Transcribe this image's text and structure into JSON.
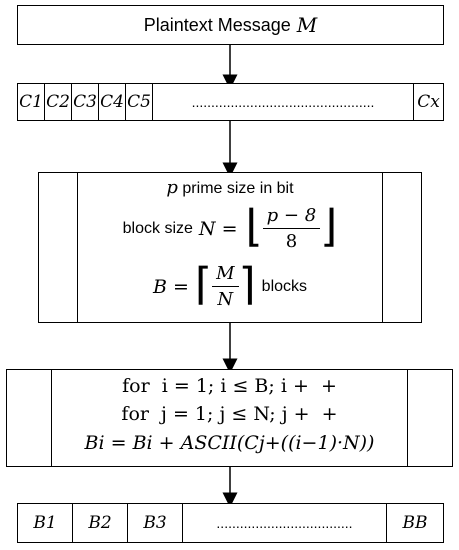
{
  "title": {
    "label": "Plaintext Message",
    "var": "M"
  },
  "cipher_blocks": {
    "items": [
      "C1",
      "C2",
      "C3",
      "C4",
      "C5"
    ],
    "dots": "...............................................",
    "last": "Cx"
  },
  "params": {
    "line1_var": "p",
    "line1_text": "prime size in bit",
    "line2_text": "block size",
    "line2_lhs": "N =",
    "line2_num": "p − 8",
    "line2_den": "8",
    "line3_lhs": "B =",
    "line3_num": "M",
    "line3_den": "N",
    "line3_text": "blocks"
  },
  "loop": {
    "line1": "for  i = 1; i ≤ B; i +  +",
    "line2": "for  j = 1; j ≤ N; j +  +",
    "line3": "Bi = Bi + ASCII(Cj+((i−1)·N))"
  },
  "result_blocks": {
    "items": [
      "B1",
      "B2",
      "B3"
    ],
    "dots": "...................................",
    "last": "BB"
  }
}
